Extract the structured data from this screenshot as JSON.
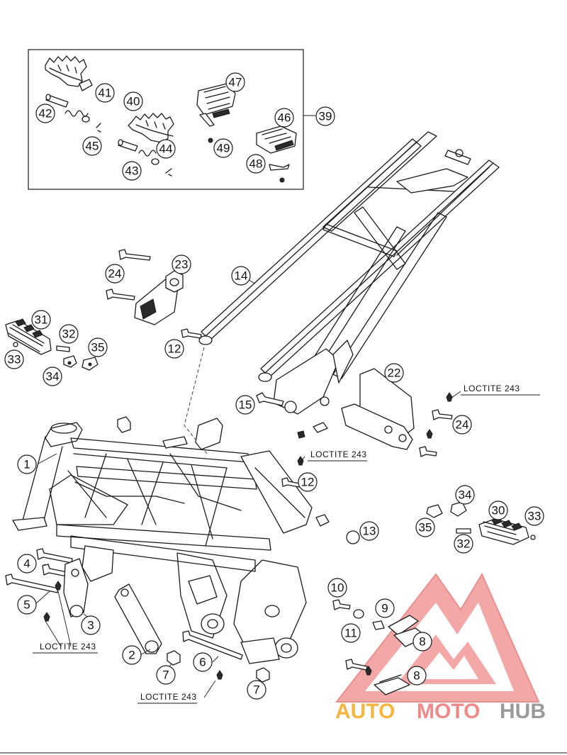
{
  "callouts": {
    "c1": "1",
    "c2": "2",
    "c3": "3",
    "c4": "4",
    "c5": "5",
    "c6": "6",
    "c7a": "7",
    "c7b": "7",
    "c8a": "8",
    "c8b": "8",
    "c9": "9",
    "c10": "10",
    "c11": "11",
    "c12a": "12",
    "c12b": "12",
    "c13": "13",
    "c14": "14",
    "c15": "15",
    "c22": "22",
    "c23": "23",
    "c24a": "24",
    "c24b": "24",
    "c30": "30",
    "c31": "31",
    "c32a": "32",
    "c32b": "32",
    "c33a": "33",
    "c33b": "33",
    "c34a": "34",
    "c34b": "34",
    "c35a": "35",
    "c35b": "35",
    "c39": "39",
    "c40": "40",
    "c41": "41",
    "c42": "42",
    "c43": "43",
    "c44": "44",
    "c45": "45",
    "c46": "46",
    "c47": "47",
    "c48": "48",
    "c49": "49"
  },
  "notes": {
    "loctite_1": "LOCTITE 243",
    "loctite_2": "LOCTITE 243",
    "loctite_3": "LOCTITE 243",
    "loctite_4": "LOCTITE 243"
  },
  "watermark": {
    "part1": "AUTO",
    "part2": "MOTO",
    "part3": "HUB",
    "colors": {
      "auto": "#f5b640",
      "moto": "#ef8a8a",
      "hub": "#9a9a9a",
      "logo": "#ee6b6b"
    }
  }
}
